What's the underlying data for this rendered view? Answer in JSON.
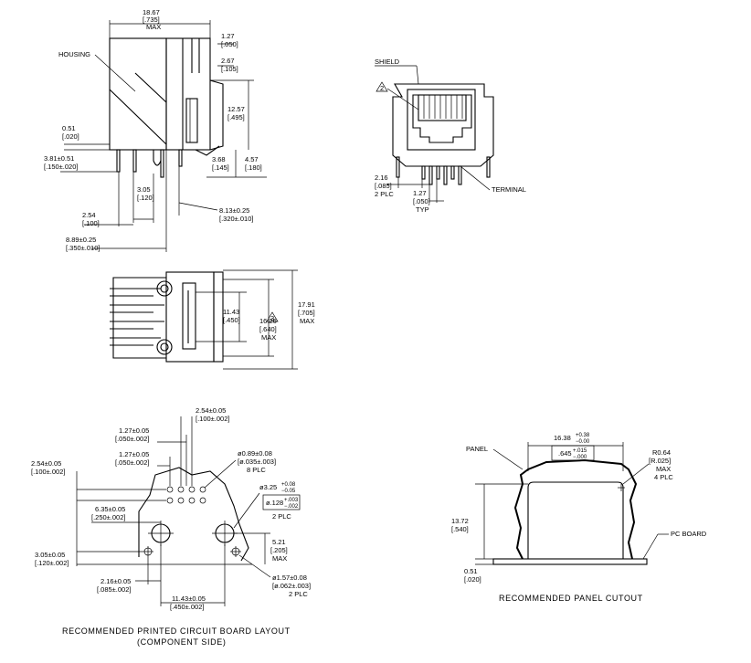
{
  "side_view": {
    "width_mm": "18.67",
    "width_in": "[.735]",
    "width_max": "MAX",
    "housing": "HOUSING",
    "d127_mm": "1.27",
    "d127_in": "[.050]",
    "d267_mm": "2.67",
    "d267_in": "[.105]",
    "d1257_mm": "12.57",
    "d1257_in": "[.495]",
    "d051_mm": "0.51",
    "d051_in": "[.020]",
    "d381_mm": "3.81±0.51",
    "d381_in": "[.150±.020]",
    "d368_mm": "3.68",
    "d368_in": "[.145]",
    "d457_mm": "4.57",
    "d457_in": "[.180]",
    "d305_mm": "3.05",
    "d305_in": "[.120]",
    "d254_mm": "2.54",
    "d254_in": "[.100]",
    "d813_mm": "8.13±0.25",
    "d813_in": "[.320±.010]",
    "d889_mm": "8.89±0.25",
    "d889_in": "[.350±.010]"
  },
  "front_view": {
    "shield": "SHIELD",
    "note": "2",
    "terminal": "TERMINAL",
    "d216_mm": "2.16",
    "d216_in": "[.085]",
    "d216_plc": "2 PLC",
    "d127_mm": "1.27",
    "d127_in": "[.050]",
    "d127_typ": "TYP"
  },
  "top_view": {
    "d1143_mm": "11.43",
    "d1143_in": "[.450]",
    "note": "3",
    "d1626_mm": "16.26",
    "d1626_in": "[.640]",
    "d1626_max": "MAX",
    "d1791_mm": "17.91",
    "d1791_in": "[.705]",
    "d1791_max": "MAX"
  },
  "pcb_layout": {
    "d254_mm": "2.54±0.05",
    "d254_in": "[.100±.002]",
    "d127a_mm": "1.27±0.05",
    "d127a_in": "[.050±.002]",
    "d127b_mm": "1.27±0.05",
    "d127b_in": "[.050±.002]",
    "d254l_mm": "2.54±0.05",
    "d254l_in": "[.100±.002]",
    "d089_mm": "ø0.89±0.08",
    "d089_in": "[ø.035±.003]",
    "d089_plc": "8 PLC",
    "d325_mm": "ø3.25",
    "d325_tol_plus": "+0.08",
    "d325_tol_minus": "−0.05",
    "d325_in": "ø.128",
    "d325_in_plus": "+.003",
    "d325_in_minus": "−.002",
    "d325_plc": "2 PLC",
    "d635_mm": "6.35±0.05",
    "d635_in": "[.250±.002]",
    "d521_mm": "5.21",
    "d521_in": "[.205]",
    "d521_max": "MAX",
    "d305_mm": "3.05±0.05",
    "d305_in": "[.120±.002]",
    "d216_mm": "2.16±0.05",
    "d216_in": "[.085±.002]",
    "d157_mm": "ø1.57±0.08",
    "d157_in": "[ø.062±.003]",
    "d157_plc": "2 PLC",
    "d1143_mm": "11.43±0.05",
    "d1143_in": "[.450±.002]",
    "caption1": "RECOMMENDED PRINTED CIRCUIT BOARD LAYOUT",
    "caption2": "(COMPONENT SIDE)"
  },
  "panel_cutout": {
    "panel": "PANEL",
    "w_mm": "16.38",
    "w_mm_plus": "+0.38",
    "w_mm_minus": "−0.00",
    "w_in": ".645",
    "w_in_plus": "+.015",
    "w_in_minus": "−.000",
    "r_mm": "R0.64",
    "r_in": "[R.025]",
    "r_max": "MAX",
    "r_plc": "4 PLC",
    "h_mm": "13.72",
    "h_in": "[.540]",
    "pc_board": "PC BOARD",
    "t_mm": "0.51",
    "t_in": "[.020]",
    "caption": "RECOMMENDED PANEL CUTOUT"
  }
}
